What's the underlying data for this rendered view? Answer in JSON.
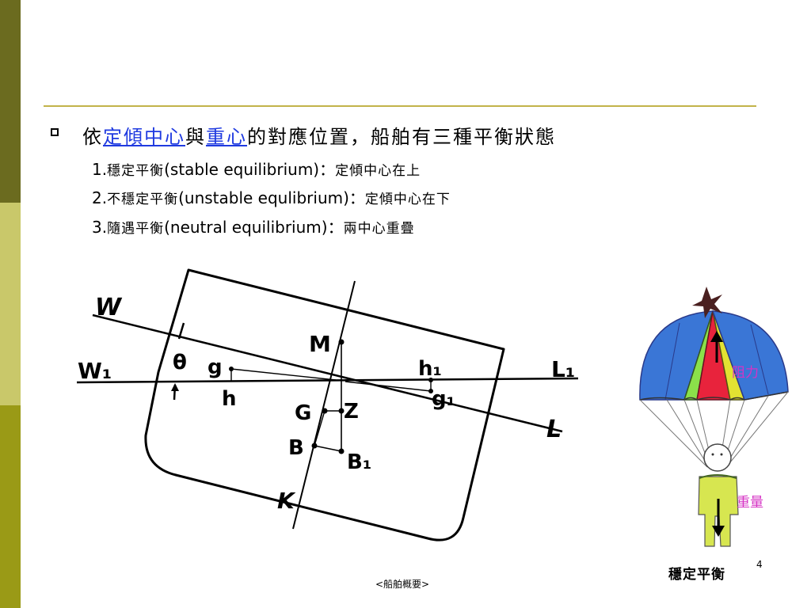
{
  "slide": {
    "bullet_prefix": "依",
    "term1": "定傾中心",
    "conj": "與",
    "term2": "重心",
    "bullet_suffix": "的對應位置，船舶有三種平衡狀態",
    "items": [
      {
        "num": "1.",
        "name": "穩定平衡",
        "eng": "(stable equilibrium)：",
        "desc": "定傾中心在上"
      },
      {
        "num": "2.",
        "name": "不穩定平衡",
        "eng": "(unstable equlibrium)：",
        "desc": "定傾中心在下"
      },
      {
        "num": "3.",
        "name": "隨遇平衡",
        "eng": "(neutral equilibrium)：",
        "desc": "兩中心重疊"
      }
    ],
    "page_number": "4",
    "footer": "<船舶概要>"
  },
  "diagram_labels": {
    "W": "W",
    "W1": "W₁",
    "theta": "θ",
    "g": "g",
    "h": "h",
    "M": "M",
    "G": "G",
    "Z": "Z",
    "B": "B",
    "B1": "B₁",
    "K": "K",
    "h1": "h₁",
    "g1": "g₁",
    "L1": "L₁",
    "L": "L"
  },
  "parachute": {
    "resistance_label": "阻力",
    "weight_label": "重量",
    "caption": "穩定平衡"
  },
  "colors": {
    "band_dark": "#6b6b1f",
    "band_light": "#c9c86a",
    "band_mid": "#9a9a16",
    "rule": "#c2b34a",
    "link": "#1f3ae0",
    "label_magenta": "#d633c4"
  }
}
